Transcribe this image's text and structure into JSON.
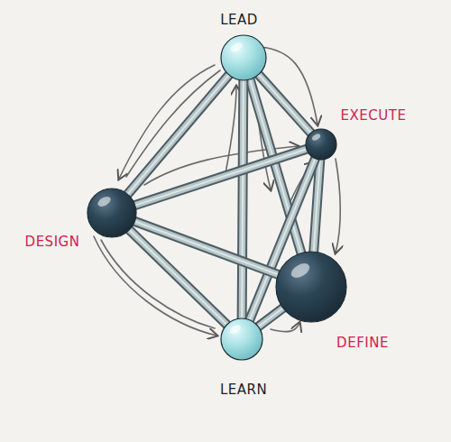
{
  "diagram": {
    "nodes": [
      {
        "text": [
          "LEAD"
        ]
      },
      {
        "text": [
          "EXECUTE"
        ]
      },
      {
        "text": [
          "DESIGN"
        ]
      },
      {
        "text": [
          "DEFINE"
        ]
      },
      {
        "text": [
          "LEARN"
        ]
      }
    ],
    "edges": [
      {
        "from": 0,
        "to": 1,
        "arrow": "none"
      },
      {
        "from": 0,
        "to": 2,
        "arrow": "none"
      },
      {
        "from": 0,
        "to": 3,
        "arrow": "none"
      },
      {
        "from": 0,
        "to": 4,
        "arrow": "none"
      },
      {
        "from": 1,
        "to": 2,
        "arrow": "none"
      },
      {
        "from": 1,
        "to": 3,
        "arrow": "none"
      },
      {
        "from": 1,
        "to": 4,
        "arrow": "none"
      },
      {
        "from": 2,
        "to": 3,
        "arrow": "none"
      },
      {
        "from": 2,
        "to": 4,
        "arrow": "none"
      },
      {
        "from": 3,
        "to": 4,
        "arrow": "none"
      }
    ]
  }
}
